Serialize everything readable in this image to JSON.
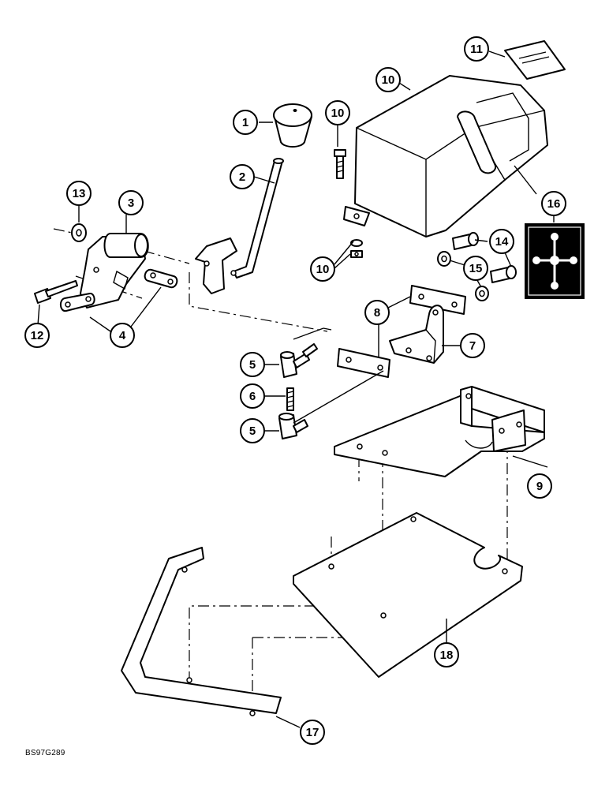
{
  "figure": {
    "code": "BS97G289"
  },
  "callouts": [
    {
      "id": "c1",
      "label": "1"
    },
    {
      "id": "c2",
      "label": "2"
    },
    {
      "id": "c3",
      "label": "3"
    },
    {
      "id": "c4",
      "label": "4"
    },
    {
      "id": "c5a",
      "label": "5"
    },
    {
      "id": "c5b",
      "label": "5"
    },
    {
      "id": "c6",
      "label": "6"
    },
    {
      "id": "c7",
      "label": "7"
    },
    {
      "id": "c8",
      "label": "8"
    },
    {
      "id": "c9",
      "label": "9"
    },
    {
      "id": "c10a",
      "label": "10"
    },
    {
      "id": "c10b",
      "label": "10"
    },
    {
      "id": "c10c",
      "label": "10"
    },
    {
      "id": "c11",
      "label": "11"
    },
    {
      "id": "c12",
      "label": "12"
    },
    {
      "id": "c13",
      "label": "13"
    },
    {
      "id": "c14",
      "label": "14"
    },
    {
      "id": "c15",
      "label": "15"
    },
    {
      "id": "c16",
      "label": "16"
    },
    {
      "id": "c17",
      "label": "17"
    },
    {
      "id": "c18",
      "label": "18"
    }
  ],
  "colors": {
    "ink": "#000000",
    "paper": "#ffffff"
  }
}
